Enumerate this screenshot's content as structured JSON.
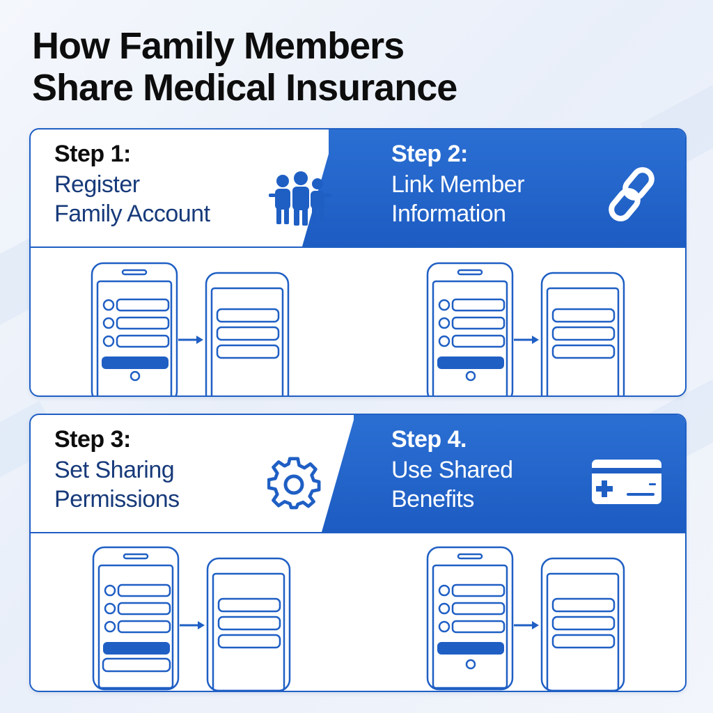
{
  "title": {
    "line1": "How Family Members",
    "line2": "Share Medical Insurance"
  },
  "steps": [
    {
      "label": "Step 1:",
      "line1": "Register",
      "line2": "Family Account",
      "icon": "family-group-icon"
    },
    {
      "label": "Step 2:",
      "line1": "Link Member",
      "line2": "Information",
      "icon": "chain-link-icon"
    },
    {
      "label": "Step 3:",
      "line1": "Set Sharing",
      "line2": "Permissions",
      "icon": "gear-icon"
    },
    {
      "label": "Step 4.",
      "line1": "Use Shared",
      "line2": "Benefits",
      "icon": "insurance-card-icon"
    }
  ],
  "colors": {
    "accent": "#1f5fc4",
    "navy_text": "#173a7a",
    "band": "#2b6fd3"
  }
}
